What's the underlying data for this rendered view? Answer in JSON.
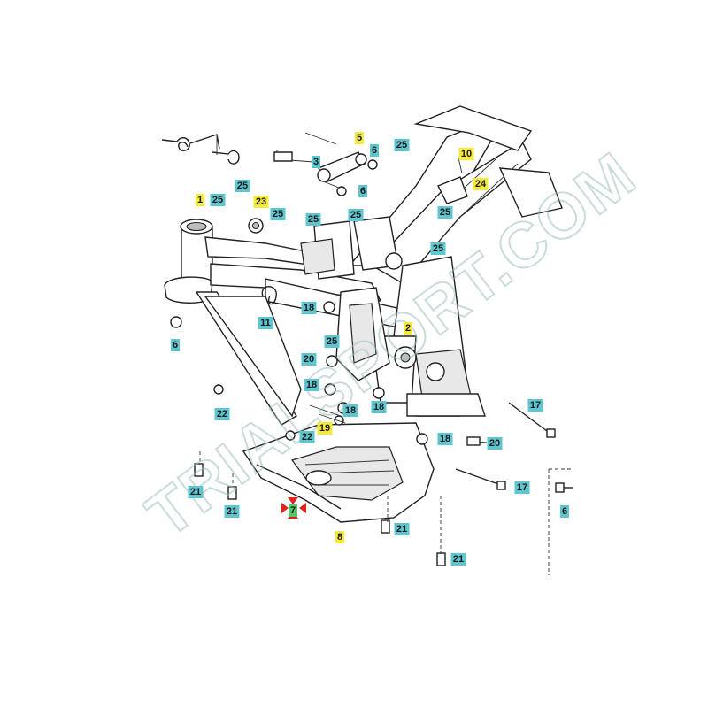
{
  "watermark": "TRIALSPORT.COM",
  "colors": {
    "cyan_callout": "#5fc6d0",
    "yellow_callout": "#f3ea3c",
    "green_callout": "#58c46a",
    "marker_red": "#e2231a"
  },
  "callouts": [
    {
      "label": "1",
      "color": "yellow"
    },
    {
      "label": "2",
      "color": "yellow"
    },
    {
      "label": "3",
      "color": "cyan"
    },
    {
      "label": "5",
      "color": "yellow"
    },
    {
      "label": "6",
      "color": "cyan"
    },
    {
      "label": "6",
      "color": "cyan"
    },
    {
      "label": "6",
      "color": "cyan"
    },
    {
      "label": "6",
      "color": "cyan"
    },
    {
      "label": "7",
      "color": "green"
    },
    {
      "label": "8",
      "color": "yellow"
    },
    {
      "label": "10",
      "color": "yellow"
    },
    {
      "label": "11",
      "color": "cyan"
    },
    {
      "label": "17",
      "color": "cyan"
    },
    {
      "label": "17",
      "color": "cyan"
    },
    {
      "label": "18",
      "color": "cyan"
    },
    {
      "label": "18",
      "color": "cyan"
    },
    {
      "label": "18",
      "color": "cyan"
    },
    {
      "label": "18",
      "color": "cyan"
    },
    {
      "label": "18",
      "color": "cyan"
    },
    {
      "label": "19",
      "color": "yellow"
    },
    {
      "label": "20",
      "color": "cyan"
    },
    {
      "label": "20",
      "color": "cyan"
    },
    {
      "label": "21",
      "color": "cyan"
    },
    {
      "label": "21",
      "color": "cyan"
    },
    {
      "label": "21",
      "color": "cyan"
    },
    {
      "label": "21",
      "color": "cyan"
    },
    {
      "label": "22",
      "color": "cyan"
    },
    {
      "label": "22",
      "color": "cyan"
    },
    {
      "label": "23",
      "color": "yellow"
    },
    {
      "label": "24",
      "color": "yellow"
    },
    {
      "label": "25",
      "color": "cyan"
    },
    {
      "label": "25",
      "color": "cyan"
    },
    {
      "label": "25",
      "color": "cyan"
    },
    {
      "label": "25",
      "color": "cyan"
    },
    {
      "label": "25",
      "color": "cyan"
    },
    {
      "label": "25",
      "color": "cyan"
    },
    {
      "label": "25",
      "color": "cyan"
    },
    {
      "label": "25",
      "color": "cyan"
    },
    {
      "label": "25",
      "color": "cyan"
    }
  ]
}
